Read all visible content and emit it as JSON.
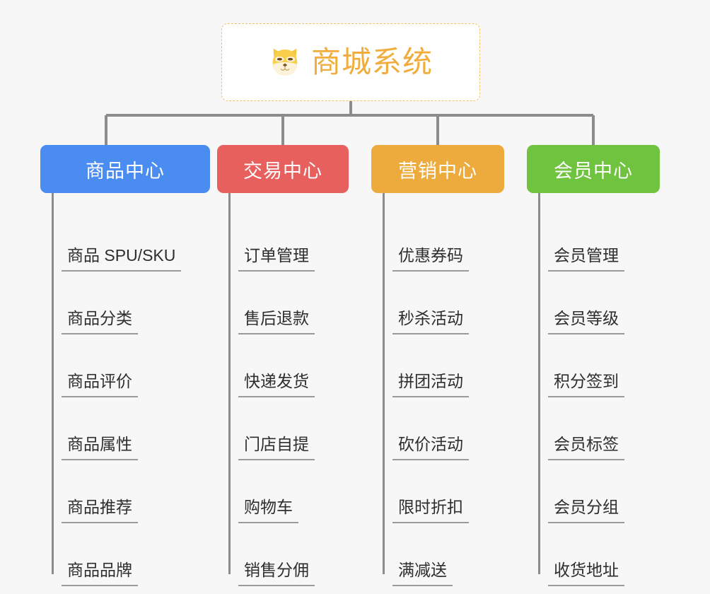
{
  "diagram": {
    "root": {
      "title": "商城系统",
      "icon": "shiba-dog-face-icon",
      "border_color": "#f0c068",
      "text_color": "#f0ad3e",
      "background": "#ffffff"
    },
    "connector_color": "#8c8c8c",
    "canvas_background": "#f7f7f7",
    "branches": [
      {
        "label": "商品中心",
        "color": "#4a8cf0",
        "children": [
          {
            "label": "商品 SPU/SKU"
          },
          {
            "label": "商品分类"
          },
          {
            "label": "商品评价"
          },
          {
            "label": "商品属性"
          },
          {
            "label": "商品推荐"
          },
          {
            "label": "商品品牌"
          }
        ]
      },
      {
        "label": "交易中心",
        "color": "#e8605e",
        "children": [
          {
            "label": "订单管理"
          },
          {
            "label": "售后退款"
          },
          {
            "label": "快递发货"
          },
          {
            "label": "门店自提"
          },
          {
            "label": "购物车"
          },
          {
            "label": "销售分佣"
          }
        ]
      },
      {
        "label": "营销中心",
        "color": "#eeab3d",
        "children": [
          {
            "label": "优惠券码"
          },
          {
            "label": "秒杀活动"
          },
          {
            "label": "拼团活动"
          },
          {
            "label": "砍价活动"
          },
          {
            "label": "限时折扣"
          },
          {
            "label": "满减送"
          }
        ]
      },
      {
        "label": "会员中心",
        "color": "#6fc33e",
        "children": [
          {
            "label": "会员管理"
          },
          {
            "label": "会员等级"
          },
          {
            "label": "积分签到"
          },
          {
            "label": "会员标签"
          },
          {
            "label": "会员分组"
          },
          {
            "label": "收货地址"
          }
        ]
      }
    ]
  }
}
